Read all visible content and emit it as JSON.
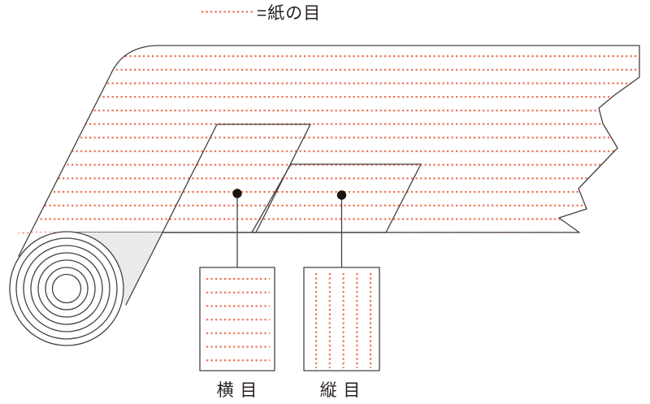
{
  "title": "paper-grain-direction-diagram",
  "legend": {
    "swatch": "dotted-grain-line-icon",
    "label": "=紙の目"
  },
  "samples": [
    {
      "id": "yokome",
      "label": "横 目",
      "grain": "horizontal"
    },
    {
      "id": "tateme",
      "label": "縦 目",
      "grain": "vertical"
    }
  ],
  "colors": {
    "outline": "#474040",
    "grain": "#ed6d50",
    "text": "#282020",
    "shade": "#ebebeb",
    "marker": "#1c1412",
    "background": "#ffffff"
  }
}
